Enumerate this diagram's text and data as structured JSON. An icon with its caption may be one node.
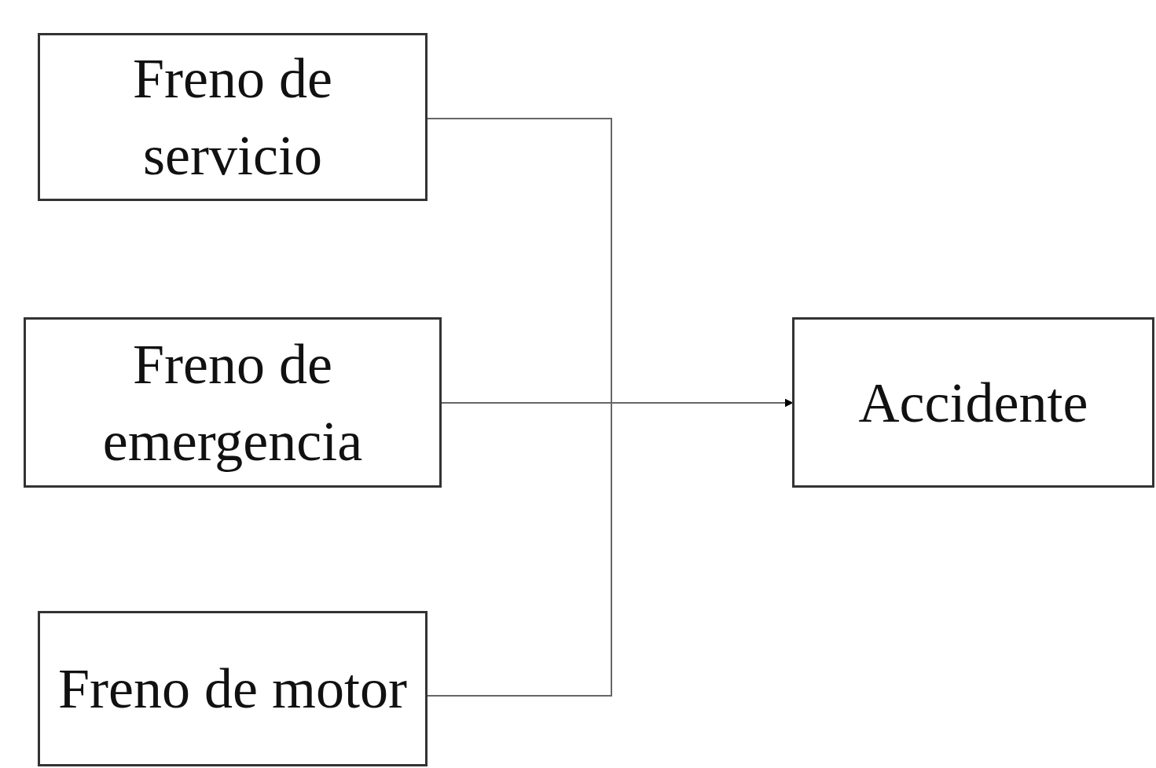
{
  "diagram": {
    "nodes": [
      {
        "text": [
          "Freno de servicio"
        ]
      },
      {
        "text": [
          "Freno de emergencia"
        ]
      },
      {
        "text": [
          "Freno de motor"
        ]
      },
      {
        "text": [
          "Accidente"
        ]
      }
    ],
    "edges": [
      {
        "from": 0,
        "to": 3,
        "arrow": "to"
      },
      {
        "from": 1,
        "to": 3,
        "arrow": "to"
      },
      {
        "from": 2,
        "to": 3,
        "arrow": "to"
      }
    ]
  }
}
